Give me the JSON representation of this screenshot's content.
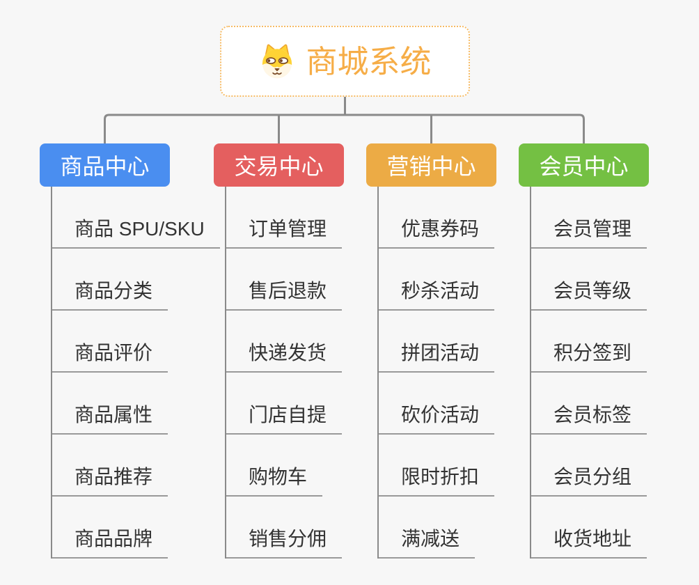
{
  "app": {
    "background": "#f7f7f7",
    "connector_color": "#8a8a8a",
    "underline_color": "#999999",
    "leaf_text_color": "#333333"
  },
  "root": {
    "title": "商城系统",
    "title_color": "#f6ad47",
    "border_color": "#f6bb64",
    "background": "#ffffff",
    "icon": "dog-face-icon"
  },
  "branches": [
    {
      "label": "商品中心",
      "color": "#4a8ef0",
      "children": [
        "商品 SPU/SKU",
        "商品分类",
        "商品评价",
        "商品属性",
        "商品推荐",
        "商品品牌"
      ]
    },
    {
      "label": "交易中心",
      "color": "#e45f5f",
      "children": [
        "订单管理",
        "售后退款",
        "快递发货",
        "门店自提",
        "购物车",
        "销售分佣"
      ]
    },
    {
      "label": "营销中心",
      "color": "#ecab45",
      "children": [
        "优惠券码",
        "秒杀活动",
        "拼团活动",
        "砍价活动",
        "限时折扣",
        "满减送"
      ]
    },
    {
      "label": "会员中心",
      "color": "#74c043",
      "children": [
        "会员管理",
        "会员等级",
        "积分签到",
        "会员标签",
        "会员分组",
        "收货地址"
      ]
    }
  ]
}
